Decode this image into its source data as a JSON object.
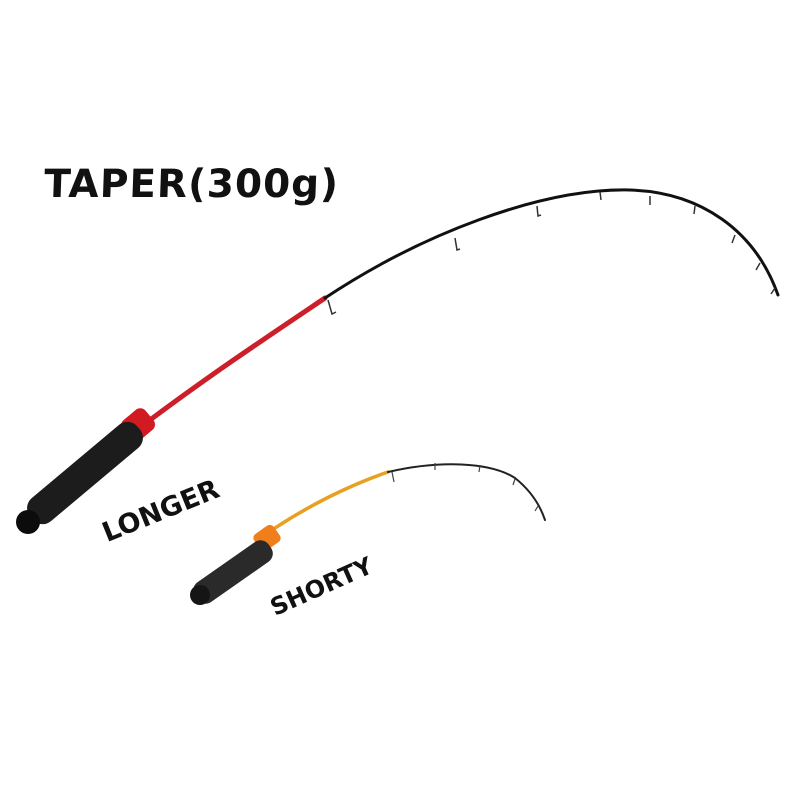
{
  "title": "TAPER(300g)",
  "rods": [
    {
      "label": "LONGER",
      "handle_color": "#1c1c1c",
      "winding_check_color": "#d11a22",
      "blank_color": "#cc1f2a",
      "tip_color": "#111111"
    },
    {
      "label": "SHORTY",
      "handle_color": "#2a2a2a",
      "winding_check_color": "#f07e1a",
      "blank_color": "#e8a020",
      "tip_color": "#222222"
    }
  ]
}
